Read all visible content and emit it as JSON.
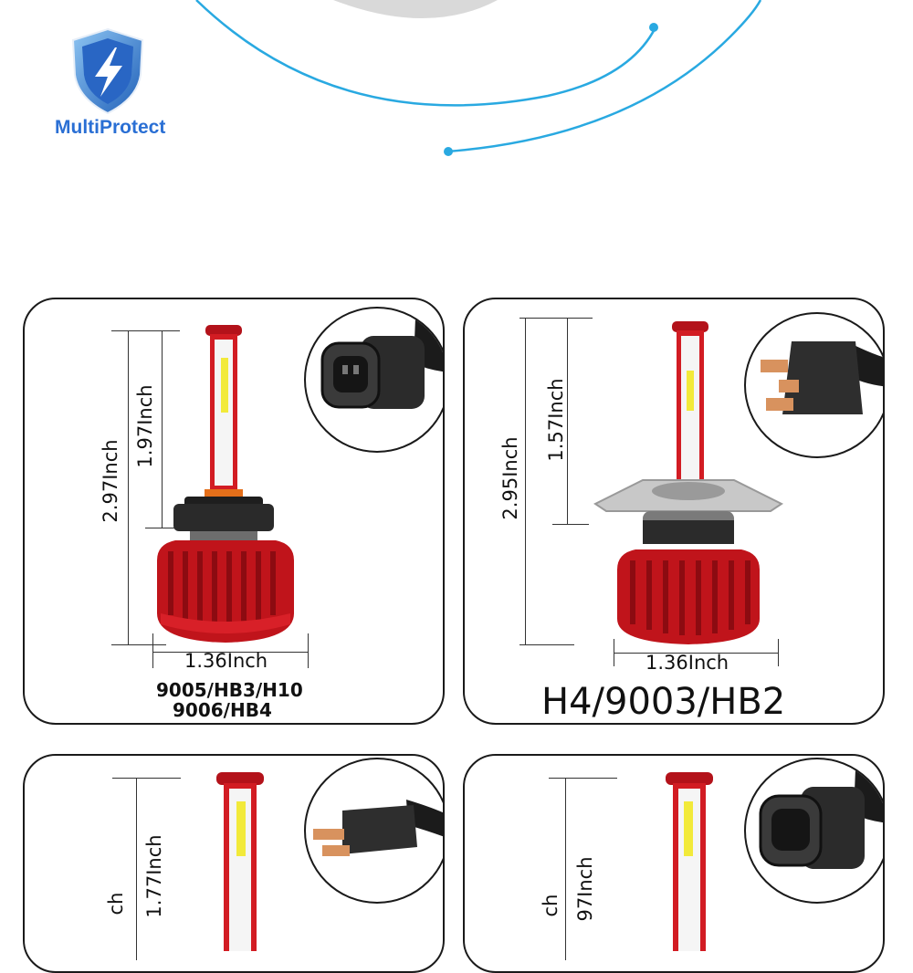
{
  "brand": {
    "feature_label": "MultiProtect",
    "shield_icon": "lightning-shield-icon"
  },
  "colors": {
    "accent_blue": "#29a9e1",
    "brand_blue": "#2a6fd4",
    "heatsink_red": "#c0141b",
    "panel_border": "#1a1a1a"
  },
  "panels": [
    {
      "height_total": "2.97Inch",
      "height_upper": "1.97Inch",
      "width": "1.36Inch",
      "model_line1": "9005/HB3/H10",
      "model_line2": "9006/HB4",
      "connector": "9005-connector-icon"
    },
    {
      "height_total": "2.95Inch",
      "height_upper": "1.57Inch",
      "width": "1.36Inch",
      "model_title": "H4/9003/HB2",
      "connector": "h4-connector-icon"
    },
    {
      "height_partial": "ch",
      "height_upper": "1.77Inch",
      "connector": "h11-connector-icon"
    },
    {
      "height_partial": "ch",
      "height_upper": "97Inch",
      "connector": "9006-connector-icon"
    }
  ]
}
